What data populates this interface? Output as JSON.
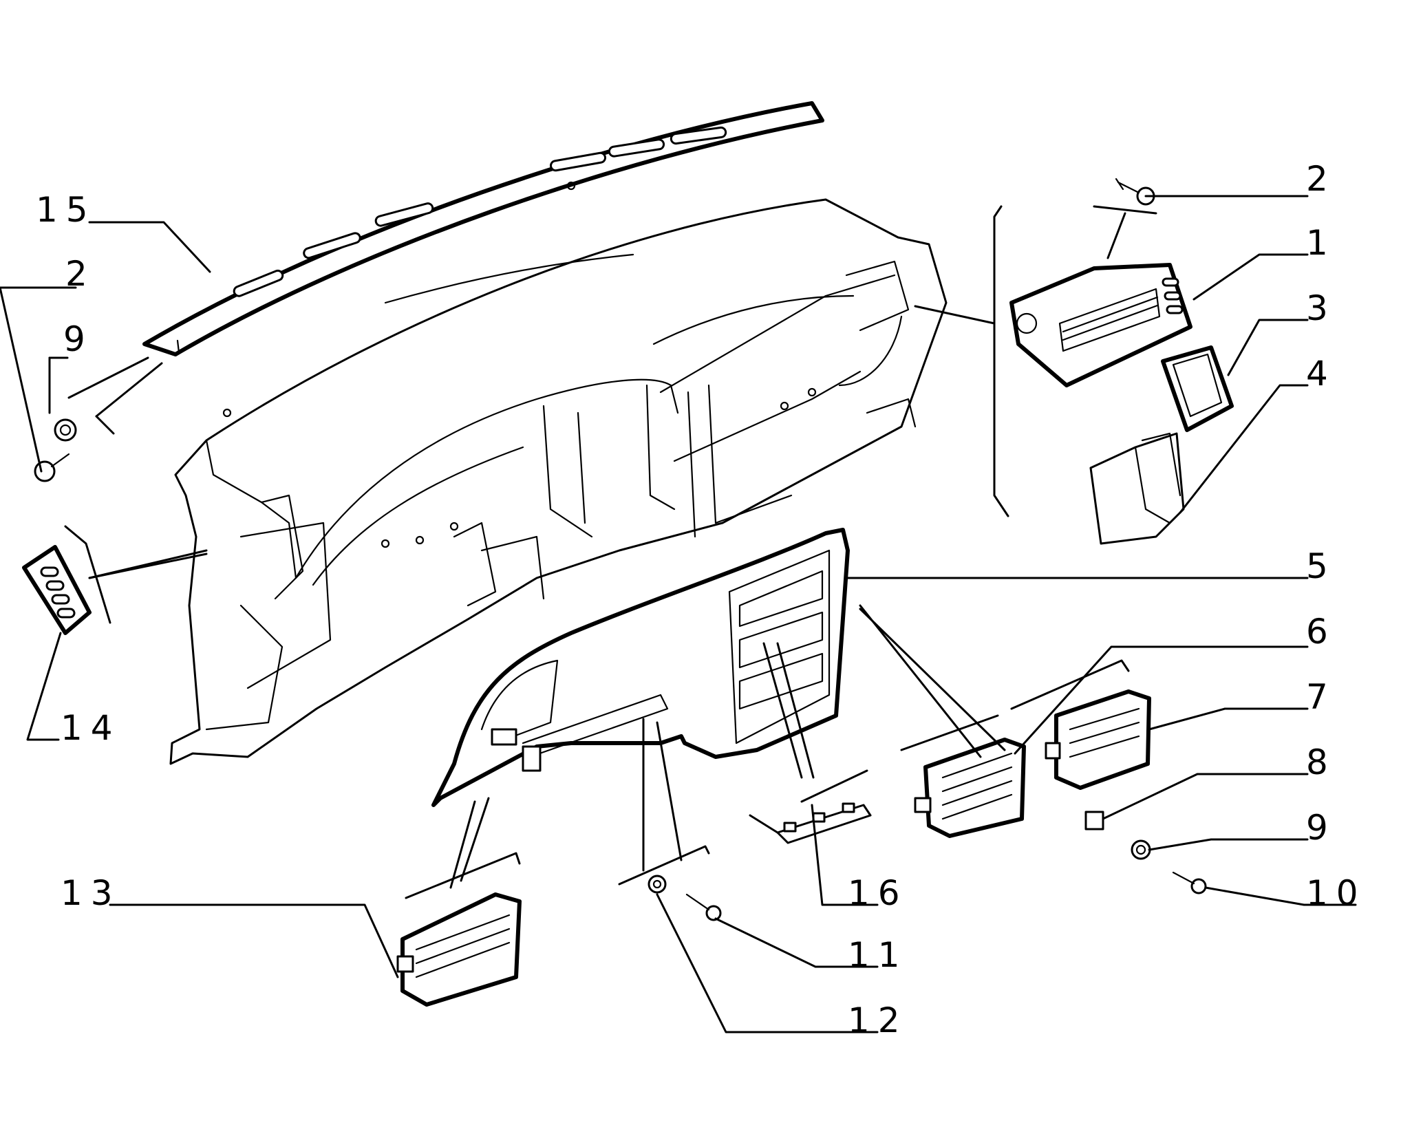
{
  "diagram": {
    "labels": {
      "l1": "1",
      "l2a": "2",
      "l2b": "2",
      "l3": "3",
      "l4": "4",
      "l5": "5",
      "l6": "6",
      "l7": "7",
      "l8": "8",
      "l9a": "9",
      "l9b": "9",
      "l10": "10",
      "l11": "11",
      "l12": "12",
      "l13": "13",
      "l14": "14",
      "l15": "15",
      "l16": "16"
    }
  }
}
